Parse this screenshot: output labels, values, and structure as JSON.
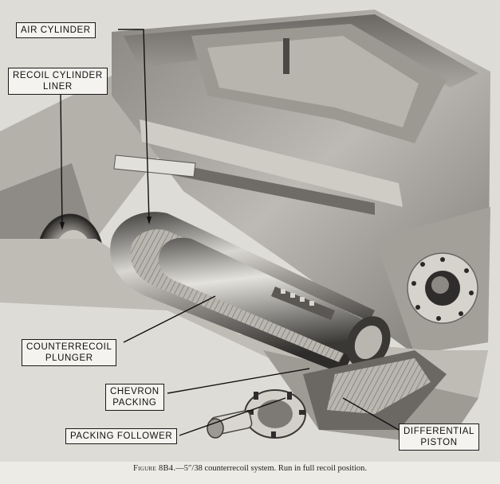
{
  "labels": {
    "air_cylinder": "AIR CYLINDER",
    "recoil_cylinder_liner_1": "RECOIL CYLINDER",
    "recoil_cylinder_liner_2": "LINER",
    "counterrecoil_plunger_1": "COUNTERRECOIL",
    "counterrecoil_plunger_2": "PLUNGER",
    "chevron_packing_1": "CHEVRON",
    "chevron_packing_2": "PACKING",
    "packing_follower": "PACKING FOLLOWER",
    "differential_piston_1": "DIFFERENTIAL",
    "differential_piston_2": "PISTON"
  },
  "caption": {
    "figure": "Figure 8B4.",
    "text": "—5″/38 counterrecoil system.   Run in full recoil position."
  },
  "colors": {
    "paper": "#ecebe6",
    "metal_light": "#c9c6bf",
    "metal_dark": "#3a3835",
    "ink": "#1a1a1a"
  }
}
